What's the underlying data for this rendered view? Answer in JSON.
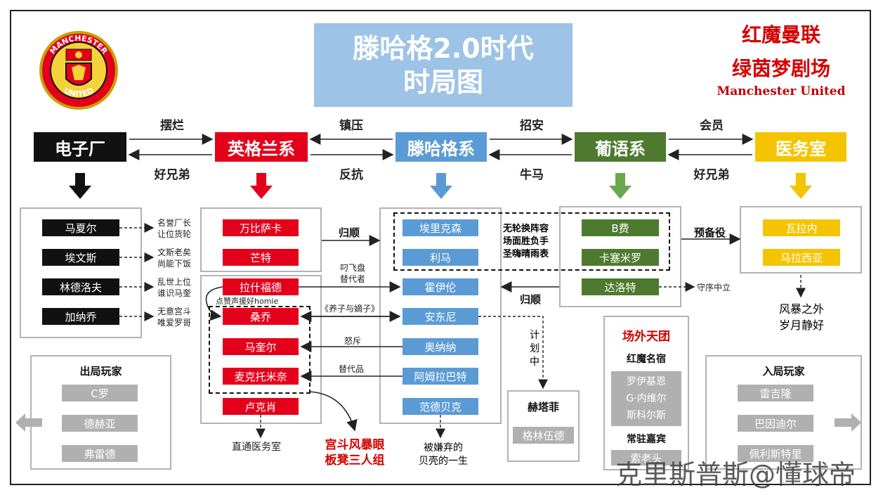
{
  "title": {
    "line1": "滕哈格2.0时代",
    "line2": "时局图"
  },
  "brand": {
    "line1": "红魔曼联",
    "line2": "绿茵梦剧场",
    "line3": "Manchester United"
  },
  "logo_text": {
    "top": "MANCHESTER",
    "bottom": "UNITED"
  },
  "factions": {
    "electronics": "电子厂",
    "english": "英格兰系",
    "tenhag": "滕哈格系",
    "portuguese": "葡语系",
    "medical": "医务室"
  },
  "relations": {
    "e_top": "摆烂",
    "e_bottom": "好兄弟",
    "t_top": "镇压",
    "t_bottom": "反抗",
    "p_top": "招安",
    "p_bottom": "牛马",
    "m_top": "会员",
    "m_bottom": "好兄弟"
  },
  "electronics_players": [
    {
      "name": "马夏尔",
      "note1": "名誉厂长",
      "note2": "让位货轮"
    },
    {
      "name": "埃文斯",
      "note1": "文斯老矣",
      "note2": "尚能下饭"
    },
    {
      "name": "林德洛夫",
      "note1": "乱世上位",
      "note2": "谁识马奎"
    },
    {
      "name": "加纳乔",
      "note1": "无意宫斗",
      "note2": "唯爱罗哥"
    }
  ],
  "english_top": [
    "万比萨卡",
    "芒特"
  ],
  "english_bottom": [
    "拉什福德",
    "桑乔",
    "马奎尔",
    "麦克托米奈",
    "卢克肖"
  ],
  "english_notes": {
    "homie": "点赞声援好homie",
    "to_medical": "直通医务室",
    "trio1": "宫斗风暴眼",
    "trio2": "板凳三人组"
  },
  "tenhag_players": [
    "埃里克森",
    "利马",
    "霍伊伦",
    "安东尼",
    "奥纳纳",
    "阿姆拉巴特",
    "范德贝克"
  ],
  "tenhag_notes": {
    "submit": "归顺",
    "frisbee1": "叼飞盘",
    "frisbee2": "替代者",
    "adopted": "《养子与嫡子》",
    "scold": "怒斥",
    "substitute": "替代品",
    "planning1": "计",
    "planning2": "划",
    "planning3": "中",
    "abandon1": "被嫌弃的",
    "abandon2": "贝壳的一生"
  },
  "rotation_note": {
    "l1": "无轮换阵容",
    "l2": "场面胜负手",
    "l3": "圣嗨晴雨表"
  },
  "portuguese_players": [
    "B费",
    "卡塞米罗",
    "达洛特"
  ],
  "portuguese_notes": {
    "submit": "归顺",
    "reserve": "预备役",
    "neutral": "守序中立"
  },
  "medical_players": [
    "瓦拉内",
    "马拉西亚"
  ],
  "medical_notes": {
    "l1": "风暴之外",
    "l2": "岁月静好"
  },
  "target": {
    "title": "赫塔菲",
    "player": "格林伍德"
  },
  "outside": {
    "title": "场外天团",
    "sub1": "红魔名宿",
    "legends": [
      "罗伊基恩",
      "G·内维尔",
      "斯科尔斯"
    ],
    "sub2": "常驻嘉宾",
    "guest": "索老头"
  },
  "exit_players": {
    "title": "出局玩家",
    "names": [
      "C罗",
      "德赫亚",
      "弗雷德"
    ]
  },
  "enter_players": {
    "title": "入局玩家",
    "names": [
      "雷吉隆",
      "巴因迪尔",
      "佩利斯特里"
    ]
  },
  "watermark": "克里斯普斯@懂球帝",
  "colors": {
    "black": "#111111",
    "red": "#e4001b",
    "blue": "#5b9bd5",
    "green": "#4e7a2f",
    "yellow": "#f5c400",
    "grey": "#b0b0b0",
    "title_bg": "#9dc3e6"
  }
}
